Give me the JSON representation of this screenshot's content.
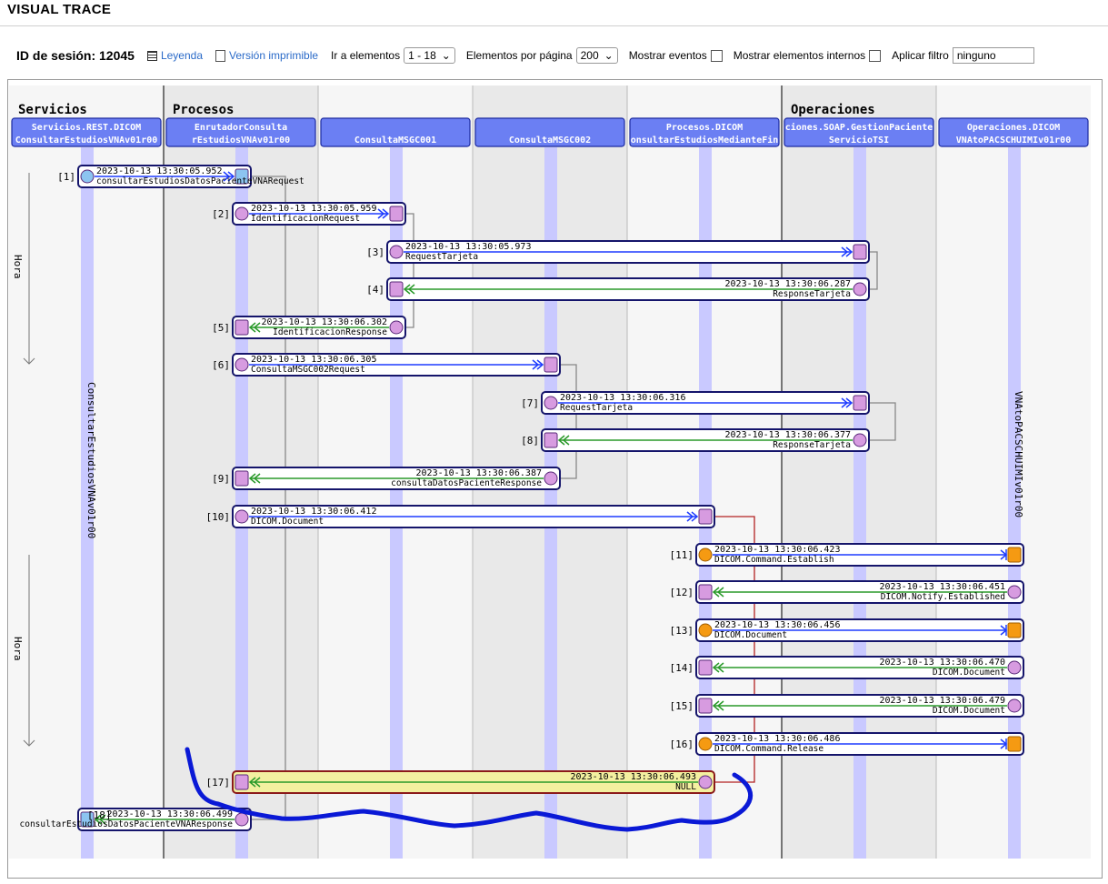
{
  "header": {
    "title": "VISUAL TRACE"
  },
  "toolbar": {
    "session_label": "ID de sesión: 12045",
    "legend_link": "Leyenda",
    "print_link": "Versión imprimible",
    "goto_label": "Ir a elementos",
    "goto_value": "1 - 18",
    "per_page_label": "Elementos por página",
    "per_page_value": "200",
    "show_events_label": "Mostrar eventos",
    "show_internal_label": "Mostrar elementos internos",
    "filter_label": "Aplicar filtro",
    "filter_value": "ninguno"
  },
  "sections": [
    {
      "label": "Servicios"
    },
    {
      "label": "Procesos"
    },
    {
      "label": "Operaciones"
    }
  ],
  "columns": [
    {
      "line1": "Servicios.REST.DICOM",
      "line2": "ConsultarEstudiosVNAv01r00",
      "vlabel": "ConsultarEstudiosVNAv01r00"
    },
    {
      "line1": "EnrutadorConsulta",
      "line2": "rEstudiosVNAv01r00",
      "vlabel": "EnrutadorConsultarEstudiosVNAv01r00"
    },
    {
      "line1": "",
      "line2": "ConsultaMSGC001",
      "vlabel": "ConsultaMSGC001"
    },
    {
      "line1": "",
      "line2": "ConsultaMSGC002",
      "vlabel": "ConsultaMSGC002"
    },
    {
      "line1": "Procesos.DICOM",
      "line2": "onsultarEstudiosMedianteFin",
      "vlabel": "ConsultarEstudiosMedianteFin"
    },
    {
      "line1": "ciones.SOAP.GestionPaciente",
      "line2": "ServicioTSI",
      "vlabel": "ServicioTSI"
    },
    {
      "line1": "Operaciones.DICOM",
      "line2": "VNAtoPACSCHUIMIv01r00",
      "vlabel": "VNAtoPACSCHUIMIv01r00"
    }
  ],
  "time_label": "Hora",
  "messages": [
    {
      "idx": "[1]",
      "time": "2023-10-13 13:30:05.952",
      "name": "consultarEstudiosDatosPacienteVNARequest",
      "from": 0,
      "to": 1,
      "kind": "req",
      "color": "#1e3cff"
    },
    {
      "idx": "[2]",
      "time": "2023-10-13 13:30:05.959",
      "name": "IdentificacionRequest",
      "from": 1,
      "to": 2,
      "kind": "req",
      "color": "#1e3cff"
    },
    {
      "idx": "[3]",
      "time": "2023-10-13 13:30:05.973",
      "name": "RequestTarjeta",
      "from": 2,
      "to": 5,
      "kind": "req",
      "color": "#1e3cff"
    },
    {
      "idx": "[4]",
      "time": "2023-10-13 13:30:06.287",
      "name": "ResponseTarjeta",
      "from": 5,
      "to": 2,
      "kind": "resp",
      "color": "#2a9a2a"
    },
    {
      "idx": "[5]",
      "time": "2023-10-13 13:30:06.302",
      "name": "IdentificacionResponse",
      "from": 2,
      "to": 1,
      "kind": "resp",
      "color": "#2a9a2a"
    },
    {
      "idx": "[6]",
      "time": "2023-10-13 13:30:06.305",
      "name": "ConsultaMSGC002Request",
      "from": 1,
      "to": 3,
      "kind": "req",
      "color": "#1e3cff"
    },
    {
      "idx": "[7]",
      "time": "2023-10-13 13:30:06.316",
      "name": "RequestTarjeta",
      "from": 3,
      "to": 5,
      "kind": "req",
      "color": "#1e3cff"
    },
    {
      "idx": "[8]",
      "time": "2023-10-13 13:30:06.377",
      "name": "ResponseTarjeta",
      "from": 5,
      "to": 3,
      "kind": "resp",
      "color": "#2a9a2a"
    },
    {
      "idx": "[9]",
      "time": "2023-10-13 13:30:06.387",
      "name": "consultaDatosPacienteResponse",
      "from": 3,
      "to": 1,
      "kind": "resp",
      "color": "#2a9a2a"
    },
    {
      "idx": "[10]",
      "time": "2023-10-13 13:30:06.412",
      "name": "DICOM.Document",
      "from": 1,
      "to": 4,
      "kind": "req",
      "color": "#1e3cff"
    },
    {
      "idx": "[11]",
      "time": "2023-10-13 13:30:06.423",
      "name": "DICOM.Command.Establish",
      "from": 4,
      "to": 6,
      "kind": "async",
      "color": "#1e3cff"
    },
    {
      "idx": "[12]",
      "time": "2023-10-13 13:30:06.451",
      "name": "DICOM.Notify.Established",
      "from": 6,
      "to": 4,
      "kind": "resp",
      "color": "#2a9a2a"
    },
    {
      "idx": "[13]",
      "time": "2023-10-13 13:30:06.456",
      "name": "DICOM.Document",
      "from": 4,
      "to": 6,
      "kind": "async",
      "color": "#1e3cff"
    },
    {
      "idx": "[14]",
      "time": "2023-10-13 13:30:06.470",
      "name": "DICOM.Document",
      "from": 6,
      "to": 4,
      "kind": "resp",
      "color": "#2a9a2a"
    },
    {
      "idx": "[15]",
      "time": "2023-10-13 13:30:06.479",
      "name": "DICOM.Document",
      "from": 6,
      "to": 4,
      "kind": "resp",
      "color": "#2a9a2a"
    },
    {
      "idx": "[16]",
      "time": "2023-10-13 13:30:06.486",
      "name": "DICOM.Command.Release",
      "from": 4,
      "to": 6,
      "kind": "async",
      "color": "#1e3cff"
    },
    {
      "idx": "[17]",
      "time": "2023-10-13 13:30:06.493",
      "name": "NULL",
      "from": 4,
      "to": 1,
      "kind": "highlight",
      "color": "#2a9a2a"
    },
    {
      "idx": "[18]",
      "time": "2023-10-13 13:30:06.499",
      "name": "consultarEstudiosDatosPacienteVNAResponse",
      "from": 1,
      "to": 0,
      "kind": "resp",
      "color": "#2a9a2a"
    }
  ]
}
